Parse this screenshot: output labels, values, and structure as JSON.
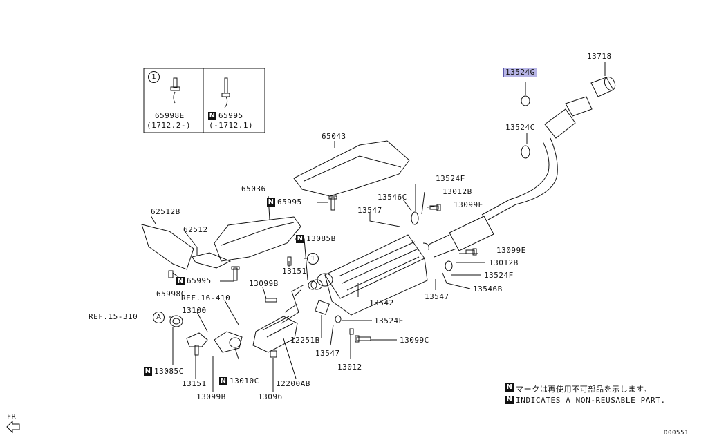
{
  "highlight_color": "#b7b5e6",
  "ref_circles": {
    "one": "1",
    "a": "A"
  },
  "inset": {
    "left_part": "65998E",
    "left_range": "(1712.2-)",
    "right_part": "65995",
    "right_range": "(-1712.1)"
  },
  "labels": {
    "p13718": "13718",
    "p13524g": "13524G",
    "p13524c": "13524C",
    "p65043": "65043",
    "p13524f_top": "13524F",
    "p13546c": "13546C",
    "p13012b_top": "13012B",
    "p13099e_top": "13099E",
    "p13547_top": "13547",
    "p65036": "65036",
    "p65995_mid": "65995",
    "p62512b": "62512B",
    "p62512": "62512",
    "p13085b": "13085B",
    "p13151_top": "13151",
    "p65995_low": "65995",
    "p65998c": "65998C",
    "p13099b_top": "13099B",
    "ref16": "REF.16-410",
    "ref15": "REF.15-310",
    "p13100": "13100",
    "p13099e_right": "13099E",
    "p13012b_right": "13012B",
    "p13524f_right": "13524F",
    "p13546b": "13546B",
    "p13547_right": "13547",
    "p13542": "13542",
    "p13524e": "13524E",
    "p12251b": "12251B",
    "p13099c": "13099C",
    "p13547_low": "13547",
    "p13012": "13012",
    "p13085c": "13085C",
    "p13151_low": "13151",
    "p13010c": "13010C",
    "p12200ab": "12200AB",
    "p13099b_low": "13099B",
    "p13096": "13096"
  },
  "nonreusable_symbol": "N",
  "notes": {
    "jp": "マークは再使用不可部品を示します。",
    "en": "INDICATES A NON-REUSABLE PART."
  },
  "fr": "FR",
  "code": "D00551"
}
